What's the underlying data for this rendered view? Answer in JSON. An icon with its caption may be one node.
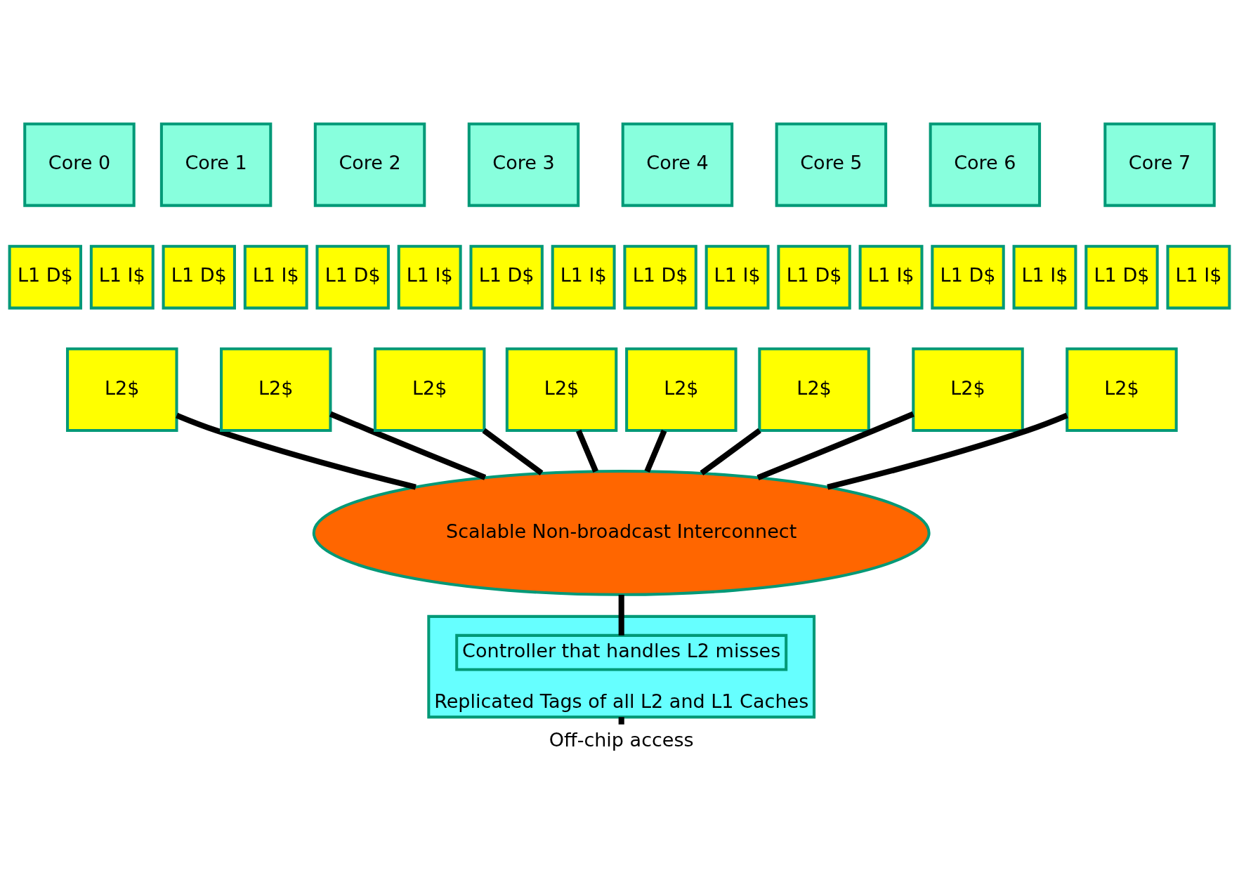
{
  "diagram": {
    "nodes": [
      {
        "text": [
          "Core 0"
        ]
      },
      {
        "text": [
          "L1 D$"
        ]
      },
      {
        "text": [
          "L1 I$"
        ]
      },
      {
        "text": [
          "L2$"
        ]
      },
      {
        "text": [
          "Core 1"
        ]
      },
      {
        "text": [
          "L1 D$"
        ]
      },
      {
        "text": [
          "L1 I$"
        ]
      },
      {
        "text": [
          "L2$"
        ]
      },
      {
        "text": [
          "Core 2"
        ]
      },
      {
        "text": [
          "L1 D$"
        ]
      },
      {
        "text": [
          "L1 I$"
        ]
      },
      {
        "text": [
          "L2$"
        ]
      },
      {
        "text": [
          "Core 3"
        ]
      },
      {
        "text": [
          "L1 D$"
        ]
      },
      {
        "text": [
          "L1 I$"
        ]
      },
      {
        "text": [
          "L2$"
        ]
      },
      {
        "text": [
          "Core 4"
        ]
      },
      {
        "text": [
          "L1 D$"
        ]
      },
      {
        "text": [
          "L1 I$"
        ]
      },
      {
        "text": [
          "L2$"
        ]
      },
      {
        "text": [
          "Core 5"
        ]
      },
      {
        "text": [
          "L1 D$"
        ]
      },
      {
        "text": [
          "L1 I$"
        ]
      },
      {
        "text": [
          "L2$"
        ]
      },
      {
        "text": [
          "Core 6"
        ]
      },
      {
        "text": [
          "L1 D$"
        ]
      },
      {
        "text": [
          "L1 I$"
        ]
      },
      {
        "text": [
          "L2$"
        ]
      },
      {
        "text": [
          "Core 7"
        ]
      },
      {
        "text": [
          "L1 D$"
        ]
      },
      {
        "text": [
          "L1 I$"
        ]
      },
      {
        "text": [
          "L2$"
        ]
      },
      {
        "text": [
          "Scalable Non-broadcast Interconnect"
        ]
      },
      {
        "text": [
          "Replicated Tags of all L2 and L1 Caches"
        ]
      },
      {
        "text": [
          "Controller that handles L2 misses"
        ],
        "in": 33
      },
      {
        "text": [
          "Off-chip access"
        ]
      }
    ],
    "edges": [
      {
        "from": 3,
        "to": 32,
        "arrow": "none"
      },
      {
        "from": 7,
        "to": 32,
        "arrow": "none"
      },
      {
        "from": 11,
        "to": 32,
        "arrow": "none"
      },
      {
        "from": 15,
        "to": 32,
        "arrow": "none"
      },
      {
        "from": 19,
        "to": 32,
        "arrow": "none"
      },
      {
        "from": 23,
        "to": 32,
        "arrow": "none"
      },
      {
        "from": 27,
        "to": 32,
        "arrow": "none"
      },
      {
        "from": 31,
        "to": 32,
        "arrow": "none"
      },
      {
        "from": 32,
        "to": 34,
        "arrow": "none"
      },
      {
        "from": 33,
        "to": 35,
        "arrow": "none"
      }
    ]
  }
}
